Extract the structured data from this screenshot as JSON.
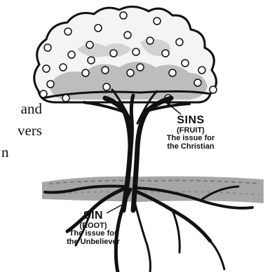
{
  "body_text": {
    "line1": "and",
    "line2": "vers",
    "line3": "n"
  },
  "sins_label": {
    "title": "SINS",
    "paren": "(FRUIT)",
    "line1": "The issue for",
    "line2": "the Christian"
  },
  "sin_label": {
    "title": "SIN",
    "paren": "(ROOT)",
    "line1": "The issue for",
    "line2": "the Unbeliever"
  },
  "colors": {
    "ink": "#111111",
    "canopy_fill": "#f4f4f4",
    "canopy_shade": "#bdbdbd",
    "ground": "#9e9e9e"
  },
  "icons": [
    "fruit-dot",
    "arrow"
  ]
}
